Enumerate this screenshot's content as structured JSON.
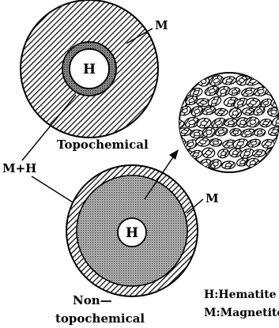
{
  "labels": {
    "top_particle_outer": "M",
    "top_particle_core": "H",
    "top_particle_caption": "Topochemical",
    "mixed_label": "M+H",
    "bottom_particle_outer": "M",
    "bottom_particle_core": "H",
    "bottom_caption_line1": "Non—",
    "bottom_caption_line2": "topochemical"
  },
  "legend": {
    "hematite": "H:Hematite",
    "magnetite": "M:Magnetite"
  }
}
